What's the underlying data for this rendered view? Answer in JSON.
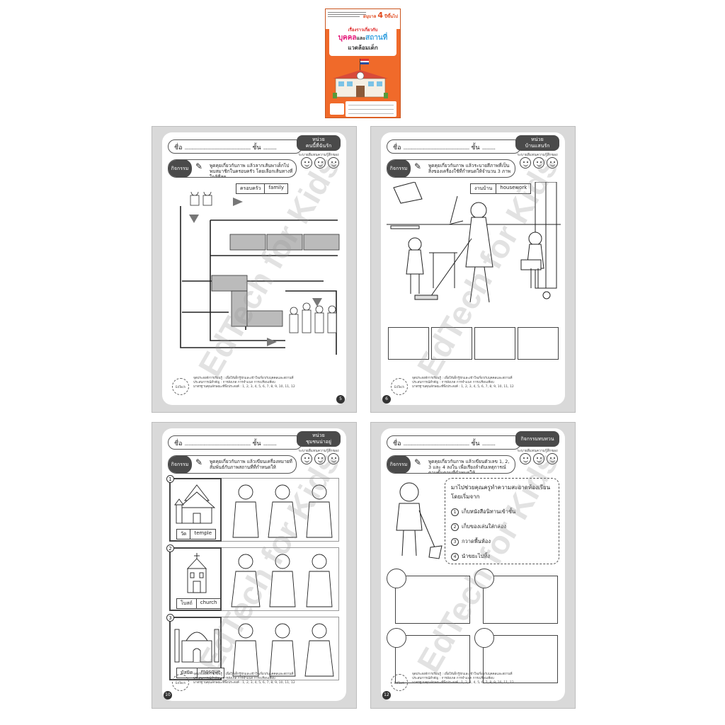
{
  "cover": {
    "grade_prefix": "อนุบาล",
    "grade_num": "4",
    "grade_suffix": "ปีขึ้นไป",
    "title_line1": "เรื่องราวเกี่ยวกับ",
    "title_word1": "บุคคล",
    "title_and": "และ",
    "title_word2": "สถานที่",
    "title_line3": "แวดล้อมเด็ก"
  },
  "common": {
    "name_label": "ชื่อ",
    "class_label": "ชั้น",
    "dots": "..................................................",
    "dots_short": "..........",
    "activity_tag": "กิจกรรม",
    "face_label": "ระบายสีแทนความรู้สึกของหนู",
    "footer_line1": "จุดประสงค์การเรียนรู้ : เพื่อให้เด็กรู้จักและเข้าใจเกี่ยวกับบุคคลและสถานที่",
    "footer_line2": "ประสบการณ์สำคัญ : การสังเกต การจำแนก การเปรียบเทียบ",
    "footer_line3": "มาตรฐานคุณลักษณะที่พึงประสงค์ : 1, 2, 3, 4, 5, 6, 7, 8, 9, 10, 11, 12",
    "footer_badge": "EdTech"
  },
  "watermark": "EdTech for Kids",
  "pages": [
    {
      "unit_label": "หน่วย",
      "unit_name": "คนนี้ที่ฉันรัก",
      "instruction": "พูดคุยเกี่ยวกับภาพ แล้วลากเส้นพาเด็กไปพบสมาชิกในครอบครัว โดยเลือกเส้นทางที่ใกล้ที่สุด",
      "vocab_th": "ครอบครัว",
      "vocab_en": "family",
      "page_num": "5"
    },
    {
      "unit_label": "หน่วย",
      "unit_name": "บ้านแสนรัก",
      "instruction": "พูดคุยเกี่ยวกับภาพ แล้วระบายสีภาพที่เป็นสิ่งของเครื่องใช้ที่กำหนดให้จำนวน 3 ภาพ",
      "vocab_th": "งานบ้าน",
      "vocab_en": "housework",
      "page_num": "6"
    },
    {
      "unit_label": "หน่วย",
      "unit_name": "ชุมชนน่าอยู่",
      "instruction": "พูดคุยเกี่ยวกับภาพ แล้วเขียนเครื่องหมายที่สัมพันธ์กับภาพสถานที่ที่กำหนดให้",
      "rows": [
        {
          "num": "1",
          "th": "วัด",
          "en": "temple"
        },
        {
          "num": "2",
          "th": "โบสถ์",
          "en": "church"
        },
        {
          "num": "3",
          "th": "มัสยิด",
          "en": "mosque"
        }
      ],
      "page_num": "10"
    },
    {
      "unit_label": "",
      "unit_name": "กิจกรรมทบทวน",
      "instruction": "พูดคุยเกี่ยวกับภาพ แล้วเขียนตัวเลข 1, 2, 3 และ 4 ลงใน เพื่อเรียงลำดับเหตุการณ์ตามขั้นตอนที่กำหนดให้",
      "panel_title": "มาไปช่วยคุณครูทำความสะอาดห้องเรียน โดยเริ่มจาก",
      "tasks": [
        {
          "num": "1",
          "text": "เก็บหนังสือนิทานเข้าชั้น"
        },
        {
          "num": "2",
          "text": "เก็บของเล่นใส่กล่อง"
        },
        {
          "num": "3",
          "text": "กวาดพื้นห้อง"
        },
        {
          "num": "4",
          "text": "นำขยะไปทิ้ง"
        }
      ],
      "page_num": "12"
    }
  ]
}
